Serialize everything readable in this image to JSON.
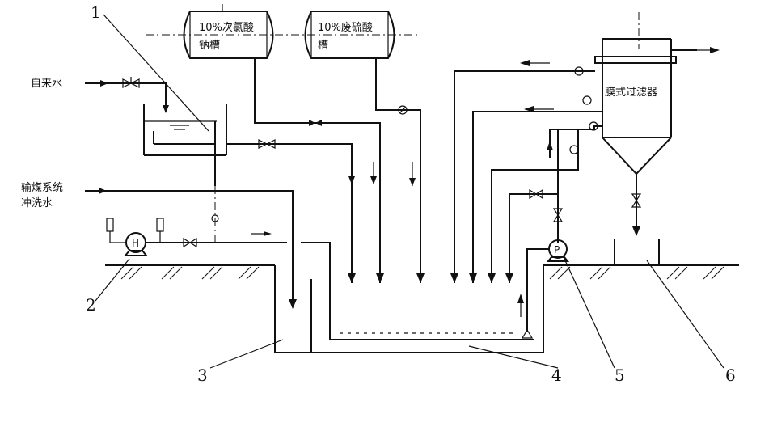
{
  "tanks": {
    "hypochlorite": {
      "line1": "10%次氯酸",
      "line2": "钠槽"
    },
    "waste_acid": {
      "line1": "10%废硫酸",
      "line2": "槽"
    }
  },
  "filter": {
    "label": "膜式过滤器"
  },
  "inputs": {
    "tap_water": "自来水",
    "coal_wash_line1": "输煤系统",
    "coal_wash_line2": "冲洗水"
  },
  "pumps": {
    "left": "H",
    "right": "P"
  },
  "callouts": [
    "1",
    "2",
    "3",
    "4",
    "5",
    "6"
  ]
}
